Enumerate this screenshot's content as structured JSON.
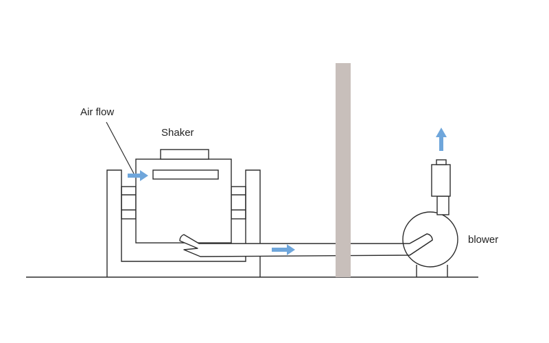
{
  "labels": {
    "air_flow": "Air flow",
    "shaker": "Shaker",
    "blower": "blower"
  },
  "colors": {
    "line": "#2b2b2b",
    "wall": "#c8bfbb",
    "arrow": "#6fa6db"
  },
  "icons": [
    "flow-arrow-icon"
  ]
}
